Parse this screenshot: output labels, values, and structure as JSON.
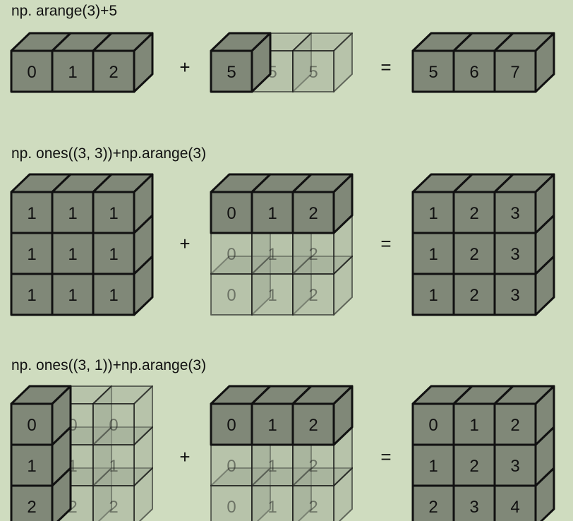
{
  "colors": {
    "background": "#cfdcbf",
    "cube_solid": "#808878",
    "cube_ghost": "#9aa391",
    "edge": "#111111",
    "text": "#111111"
  },
  "rows": [
    {
      "title": "np. arange(3)+5",
      "operator": "+",
      "equals": "=",
      "left": {
        "values": [
          [
            "0",
            "1",
            "2"
          ]
        ],
        "solid": [
          [
            true,
            true,
            true
          ]
        ]
      },
      "middle": {
        "values": [
          [
            "5",
            "5",
            "5"
          ]
        ],
        "solid": [
          [
            true,
            false,
            false
          ]
        ]
      },
      "result": {
        "values": [
          [
            "5",
            "6",
            "7"
          ]
        ],
        "solid": [
          [
            true,
            true,
            true
          ]
        ]
      }
    },
    {
      "title": "np. ones((3, 3))+np.arange(3)",
      "operator": "+",
      "equals": "=",
      "left": {
        "values": [
          [
            "1",
            "1",
            "1"
          ],
          [
            "1",
            "1",
            "1"
          ],
          [
            "1",
            "1",
            "1"
          ]
        ],
        "solid": [
          [
            true,
            true,
            true
          ],
          [
            true,
            true,
            true
          ],
          [
            true,
            true,
            true
          ]
        ]
      },
      "middle": {
        "values": [
          [
            "0",
            "1",
            "2"
          ],
          [
            "0",
            "1",
            "2"
          ],
          [
            "0",
            "1",
            "2"
          ]
        ],
        "solid": [
          [
            true,
            true,
            true
          ],
          [
            false,
            false,
            false
          ],
          [
            false,
            false,
            false
          ]
        ]
      },
      "result": {
        "values": [
          [
            "1",
            "2",
            "3"
          ],
          [
            "1",
            "2",
            "3"
          ],
          [
            "1",
            "2",
            "3"
          ]
        ],
        "solid": [
          [
            true,
            true,
            true
          ],
          [
            true,
            true,
            true
          ],
          [
            true,
            true,
            true
          ]
        ]
      }
    },
    {
      "title": "np. ones((3, 1))+np.arange(3)",
      "operator": "+",
      "equals": "=",
      "left": {
        "values": [
          [
            "0",
            "0",
            "0"
          ],
          [
            "1",
            "1",
            "1"
          ],
          [
            "2",
            "2",
            "2"
          ]
        ],
        "solid": [
          [
            true,
            false,
            false
          ],
          [
            true,
            false,
            false
          ],
          [
            true,
            false,
            false
          ]
        ]
      },
      "middle": {
        "values": [
          [
            "0",
            "1",
            "2"
          ],
          [
            "0",
            "1",
            "2"
          ],
          [
            "0",
            "1",
            "2"
          ]
        ],
        "solid": [
          [
            true,
            true,
            true
          ],
          [
            false,
            false,
            false
          ],
          [
            false,
            false,
            false
          ]
        ]
      },
      "result": {
        "values": [
          [
            "0",
            "1",
            "2"
          ],
          [
            "1",
            "2",
            "3"
          ],
          [
            "2",
            "3",
            "4"
          ]
        ],
        "solid": [
          [
            true,
            true,
            true
          ],
          [
            true,
            true,
            true
          ],
          [
            true,
            true,
            true
          ]
        ]
      }
    }
  ]
}
